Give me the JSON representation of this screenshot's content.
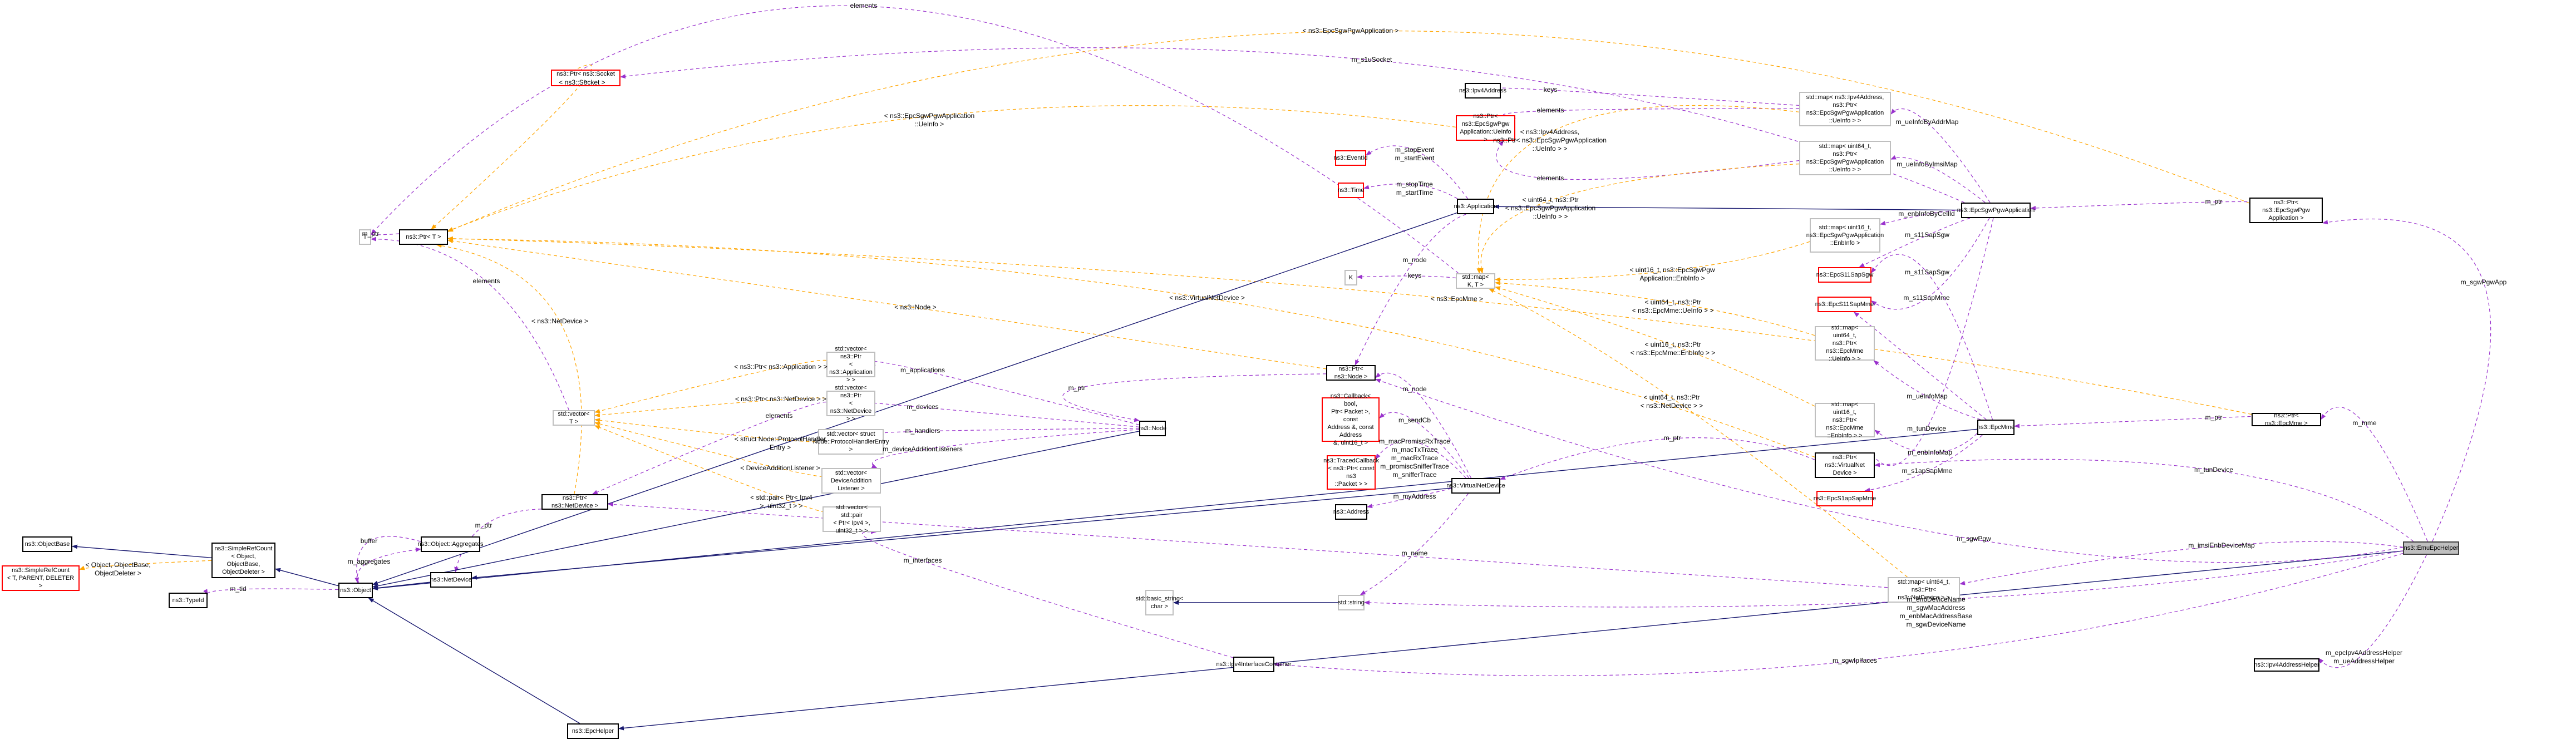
{
  "diagram": {
    "title": "ns3::EmuEpcHelper collaboration graph",
    "colors": {
      "inheritance": "#191970",
      "usage": "#9a32cd",
      "template": "#ffa500",
      "focus_fill": "#bfbfbf",
      "missing_border": "#ff0000",
      "external_border": "#bfbfbf"
    },
    "nodes": [
      {
        "id": "ObjectBase",
        "label": "ns3::ObjectBase",
        "kind": "class"
      },
      {
        "id": "SRC_T",
        "label": "ns3::SimpleRefCount\n< T, PARENT, DELETER >",
        "kind": "miss"
      },
      {
        "id": "SRC_Obj",
        "label": "ns3::SimpleRefCount\n< Object, ObjectBase,\nObjectDeleter >",
        "kind": "class"
      },
      {
        "id": "TypeId",
        "label": "ns3::TypeId",
        "kind": "class"
      },
      {
        "id": "Object",
        "label": "ns3::Object",
        "kind": "class"
      },
      {
        "id": "T",
        "label": "T",
        "kind": "ext"
      },
      {
        "id": "PtrT",
        "label": "ns3::Ptr< T >",
        "kind": "class"
      },
      {
        "id": "PtrSocket",
        "label": "ns3::Ptr< ns3::Socket >",
        "kind": "miss"
      },
      {
        "id": "VecT",
        "label": "std::vector< T >",
        "kind": "ext"
      },
      {
        "id": "PtrNetDevice",
        "label": "ns3::Ptr< ns3::NetDevice >",
        "kind": "class"
      },
      {
        "id": "Aggregates",
        "label": "ns3::Object::Aggregates",
        "kind": "class"
      },
      {
        "id": "NetDevice",
        "label": "ns3::NetDevice",
        "kind": "class"
      },
      {
        "id": "VecApp",
        "label": "std::vector< ns3::Ptr\n< ns3::Application > >",
        "kind": "ext"
      },
      {
        "id": "VecDev",
        "label": "std::vector< ns3::Ptr\n< ns3::NetDevice > >",
        "kind": "ext"
      },
      {
        "id": "VecPHE",
        "label": "std::vector< struct\nNode::ProtocolHandlerEntry >",
        "kind": "ext"
      },
      {
        "id": "VecDAL",
        "label": "std::vector< DeviceAddition\nListener >",
        "kind": "ext"
      },
      {
        "id": "VecPair",
        "label": "std::vector< std::pair\n< Ptr< Ipv4 >, uint32_t > >",
        "kind": "ext"
      },
      {
        "id": "Node",
        "label": "ns3::Node",
        "kind": "class"
      },
      {
        "id": "PtrNode",
        "label": "ns3::Ptr< ns3::Node >",
        "kind": "class"
      },
      {
        "id": "Callback",
        "label": "ns3::Callback< bool,\nPtr< Packet >, const\nAddress &, const Address\n&, uint16_t >",
        "kind": "miss"
      },
      {
        "id": "TracedCb",
        "label": "ns3::TracedCallback\n< ns3::Ptr< const ns3\n::Packet > >",
        "kind": "miss"
      },
      {
        "id": "Address",
        "label": "ns3::Address",
        "kind": "class"
      },
      {
        "id": "VirtualNetDevice",
        "label": "ns3::VirtualNetDevice",
        "kind": "class"
      },
      {
        "id": "StdString",
        "label": "std::string",
        "kind": "ext"
      },
      {
        "id": "BasicString",
        "label": "std::basic_string<\nchar >",
        "kind": "ext"
      },
      {
        "id": "Ipv4IfCont",
        "label": "ns3::Ipv4InterfaceContainer",
        "kind": "class"
      },
      {
        "id": "EpcHelper",
        "label": "ns3::EpcHelper",
        "kind": "class"
      },
      {
        "id": "EventId",
        "label": "ns3::EventId",
        "kind": "miss"
      },
      {
        "id": "Time",
        "label": "ns3::Time",
        "kind": "miss"
      },
      {
        "id": "Application",
        "label": "ns3::Application",
        "kind": "class"
      },
      {
        "id": "K",
        "label": "K",
        "kind": "ext"
      },
      {
        "id": "MapKT",
        "label": "std::map< K, T >",
        "kind": "ext"
      },
      {
        "id": "Ipv4Address",
        "label": "ns3::Ipv4Address",
        "kind": "class"
      },
      {
        "id": "PtrUeInfo",
        "label": "ns3::Ptr< ns3::EpcSgwPgw\nApplication::UeInfo >",
        "kind": "miss"
      },
      {
        "id": "MapAddrUe",
        "label": "std::map< ns3::Ipv4Address,\nns3::Ptr< ns3::EpcSgwPgwApplication\n::UeInfo > >",
        "kind": "ext"
      },
      {
        "id": "MapImsiUe",
        "label": "std::map< uint64_t,\nns3::Ptr< ns3::EpcSgwPgwApplication\n::UeInfo > >",
        "kind": "ext"
      },
      {
        "id": "MapCellEnb",
        "label": "std::map< uint16_t,\nns3::EpcSgwPgwApplication\n::EnbInfo >",
        "kind": "ext"
      },
      {
        "id": "S11SapSgw",
        "label": "ns3::EpcS11SapSgw",
        "kind": "miss"
      },
      {
        "id": "S11SapMme",
        "label": "ns3::EpcS11SapMme",
        "kind": "miss"
      },
      {
        "id": "MapMmeUe",
        "label": "std::map< uint64_t,\nns3::Ptr< ns3::EpcMme\n::UeInfo > >",
        "kind": "ext"
      },
      {
        "id": "MapMmeEnb",
        "label": "std::map< uint16_t,\nns3::Ptr< ns3::EpcMme\n::EnbInfo > >",
        "kind": "ext"
      },
      {
        "id": "PtrVND",
        "label": "ns3::Ptr< ns3::VirtualNet\nDevice >",
        "kind": "class"
      },
      {
        "id": "S1apSapMme",
        "label": "ns3::EpcS1apSapMme",
        "kind": "miss"
      },
      {
        "id": "MapImsiDev",
        "label": "std::map< uint64_t,\nns3::Ptr< ns3::NetDevice > >",
        "kind": "ext"
      },
      {
        "id": "SgwPgwApp",
        "label": "ns3::EpcSgwPgwApplication",
        "kind": "class"
      },
      {
        "id": "EpcMme",
        "label": "ns3::EpcMme",
        "kind": "class"
      },
      {
        "id": "PtrSgwPgwApp",
        "label": "ns3::Ptr< ns3::EpcSgwPgw\nApplication >",
        "kind": "class"
      },
      {
        "id": "PtrEpcMme",
        "label": "ns3::Ptr< ns3::EpcMme >",
        "kind": "class"
      },
      {
        "id": "EmuEpcHelper",
        "label": "ns3::EmuEpcHelper",
        "kind": "focus"
      },
      {
        "id": "Ipv4AddrHelper",
        "label": "ns3::Ipv4AddressHelper",
        "kind": "class"
      }
    ],
    "edges": [
      {
        "from": "SRC_Obj",
        "to": "ObjectBase",
        "type": "inheritance",
        "label": ""
      },
      {
        "from": "SRC_Obj",
        "to": "SRC_T",
        "type": "template",
        "label": "< Object, ObjectBase,\nObjectDeleter >"
      },
      {
        "from": "Object",
        "to": "SRC_Obj",
        "type": "inheritance",
        "label": ""
      },
      {
        "from": "Object",
        "to": "TypeId",
        "type": "usage",
        "label": "m_tid"
      },
      {
        "from": "Aggregates",
        "to": "Object",
        "type": "usage",
        "label": "buffer"
      },
      {
        "from": "Object",
        "to": "Aggregates",
        "type": "usage",
        "label": "m_aggregates"
      },
      {
        "from": "NetDevice",
        "to": "Object",
        "type": "inheritance",
        "label": ""
      },
      {
        "from": "PtrNetDevice",
        "to": "NetDevice",
        "type": "usage",
        "label": "m_ptr"
      },
      {
        "from": "PtrNetDevice",
        "to": "PtrT",
        "type": "template",
        "label": "< ns3::NetDevice >"
      },
      {
        "from": "PtrT",
        "to": "T",
        "type": "usage",
        "label": "m_ptr"
      },
      {
        "from": "VecT",
        "to": "T",
        "type": "usage",
        "label": "elements"
      },
      {
        "from": "MapKT",
        "to": "T",
        "type": "usage",
        "label": "elements"
      },
      {
        "from": "PtrSocket",
        "to": "PtrT",
        "type": "template",
        "label": "< ns3::Socket >"
      },
      {
        "from": "PtrSgwPgwApp",
        "to": "PtrT",
        "type": "template",
        "label": "< ns3::EpcSgwPgwApplication >"
      },
      {
        "from": "PtrUeInfo",
        "to": "PtrT",
        "type": "template",
        "label": "< ns3::EpcSgwPgwApplication\n::UeInfo >"
      },
      {
        "from": "PtrNode",
        "to": "PtrT",
        "type": "template",
        "label": "< ns3::Node >"
      },
      {
        "from": "PtrVND",
        "to": "PtrT",
        "type": "template",
        "label": "< ns3::VirtualNetDevice >"
      },
      {
        "from": "PtrEpcMme",
        "to": "PtrT",
        "type": "template",
        "label": "< ns3::EpcMme >"
      },
      {
        "from": "VecApp",
        "to": "VecT",
        "type": "template",
        "label": "< ns3::Ptr< ns3::Application > >"
      },
      {
        "from": "VecDev",
        "to": "VecT",
        "type": "template",
        "label": "< ns3::Ptr< ns3::NetDevice > >"
      },
      {
        "from": "VecDev",
        "to": "PtrNetDevice",
        "type": "usage",
        "label": "elements"
      },
      {
        "from": "VecPHE",
        "to": "VecT",
        "type": "template",
        "label": "< struct Node::ProtocolHandler\nEntry >"
      },
      {
        "from": "VecDAL",
        "to": "VecT",
        "type": "template",
        "label": "< DeviceAdditionListener >"
      },
      {
        "from": "VecPair",
        "to": "VecT",
        "type": "template",
        "label": "< std::pair< Ptr< Ipv4\n>, uint32_t > >"
      },
      {
        "from": "Node",
        "to": "VecApp",
        "type": "usage",
        "label": "m_applications"
      },
      {
        "from": "Node",
        "to": "VecDev",
        "type": "usage",
        "label": "m_devices"
      },
      {
        "from": "Node",
        "to": "VecPHE",
        "type": "usage",
        "label": "m_handlers"
      },
      {
        "from": "Node",
        "to": "VecDAL",
        "type": "usage",
        "label": "m_deviceAdditionListeners"
      },
      {
        "from": "Node",
        "to": "Object",
        "type": "inheritance",
        "label": ""
      },
      {
        "from": "PtrNode",
        "to": "Node",
        "type": "usage",
        "label": "m_ptr"
      },
      {
        "from": "Application",
        "to": "Object",
        "type": "inheritance",
        "label": ""
      },
      {
        "from": "Application",
        "to": "EventId",
        "type": "usage",
        "label": "m_stopEvent\nm_startEvent"
      },
      {
        "from": "Application",
        "to": "Time",
        "type": "usage",
        "label": "m_stopTime\nm_startTime"
      },
      {
        "from": "Application",
        "to": "PtrNode",
        "type": "usage",
        "label": "m_node"
      },
      {
        "from": "MapKT",
        "to": "K",
        "type": "usage",
        "label": "keys"
      },
      {
        "from": "VirtualNetDevice",
        "to": "NetDevice",
        "type": "inheritance",
        "label": ""
      },
      {
        "from": "VirtualNetDevice",
        "to": "PtrNode",
        "type": "usage",
        "label": "m_node"
      },
      {
        "from": "VirtualNetDevice",
        "to": "Callback",
        "type": "usage",
        "label": "m_sendCb"
      },
      {
        "from": "VirtualNetDevice",
        "to": "TracedCb",
        "type": "usage",
        "label": "m_macPromiscRxTrace\nm_macTxTrace\nm_macRxTrace\nm_promiscSnifferTrace\nm_snifferTrace"
      },
      {
        "from": "VirtualNetDevice",
        "to": "Address",
        "type": "usage",
        "label": "m_myAddress"
      },
      {
        "from": "VirtualNetDevice",
        "to": "StdString",
        "type": "usage",
        "label": "m_name"
      },
      {
        "from": "StdString",
        "to": "BasicString",
        "type": "inheritance",
        "label": ""
      },
      {
        "from": "Ipv4IfCont",
        "to": "VecPair",
        "type": "usage",
        "label": "m_interfaces"
      },
      {
        "from": "EpcHelper",
        "to": "Object",
        "type": "inheritance",
        "label": ""
      },
      {
        "from": "MapAddrUe",
        "to": "Ipv4Address",
        "type": "usage",
        "label": "keys"
      },
      {
        "from": "MapAddrUe",
        "to": "PtrUeInfo",
        "type": "usage",
        "label": "elements"
      },
      {
        "from": "MapImsiUe",
        "to": "PtrUeInfo",
        "type": "usage",
        "label": "elements"
      },
      {
        "from": "MapAddrUe",
        "to": "MapKT",
        "type": "template",
        "label": "< ns3::Ipv4Address,\nns3::Ptr< ns3::EpcSgwPgwApplication\n::UeInfo > >"
      },
      {
        "from": "MapImsiUe",
        "to": "MapKT",
        "type": "template",
        "label": "< uint64_t, ns3::Ptr\n< ns3::EpcSgwPgwApplication\n::UeInfo > >"
      },
      {
        "from": "MapCellEnb",
        "to": "MapKT",
        "type": "template",
        "label": "< uint16_t, ns3::EpcSgwPgw\nApplication::EnbInfo >"
      },
      {
        "from": "MapMmeUe",
        "to": "MapKT",
        "type": "template",
        "label": "< uint64_t, ns3::Ptr\n< ns3::EpcMme::UeInfo > >"
      },
      {
        "from": "MapMmeEnb",
        "to": "MapKT",
        "type": "template",
        "label": "< uint16_t, ns3::Ptr\n< ns3::EpcMme::EnbInfo > >"
      },
      {
        "from": "MapImsiDev",
        "to": "MapKT",
        "type": "template",
        "label": "< uint64_t, ns3::Ptr\n< ns3::NetDevice > >"
      },
      {
        "from": "MapImsiDev",
        "to": "PtrNetDevice",
        "type": "usage",
        "label": ""
      },
      {
        "from": "PtrVND",
        "to": "VirtualNetDevice",
        "type": "usage",
        "label": "m_ptr"
      },
      {
        "from": "SgwPgwApp",
        "to": "Application",
        "type": "inheritance",
        "label": ""
      },
      {
        "from": "SgwPgwApp",
        "to": "PtrSocket",
        "type": "usage",
        "label": "m_s1uSocket"
      },
      {
        "from": "SgwPgwApp",
        "to": "MapAddrUe",
        "type": "usage",
        "label": "m_ueInfoByAddrMap"
      },
      {
        "from": "SgwPgwApp",
        "to": "MapImsiUe",
        "type": "usage",
        "label": "m_ueInfoByImsiMap"
      },
      {
        "from": "SgwPgwApp",
        "to": "MapCellEnb",
        "type": "usage",
        "label": "m_enbInfoByCellId"
      },
      {
        "from": "SgwPgwApp",
        "to": "S11SapSgw",
        "type": "usage",
        "label": "m_s11SapSgw"
      },
      {
        "from": "SgwPgwApp",
        "to": "S11SapMme",
        "type": "usage",
        "label": "m_s11SapMme"
      },
      {
        "from": "SgwPgwApp",
        "to": "PtrVND",
        "type": "usage",
        "label": "m_tunDevice"
      },
      {
        "from": "EpcMme",
        "to": "Object",
        "type": "inheritance",
        "label": ""
      },
      {
        "from": "EpcMme",
        "to": "S11SapSgw",
        "type": "usage",
        "label": "m_s11SapSgw"
      },
      {
        "from": "EpcMme",
        "to": "S11SapMme",
        "type": "usage",
        "label": "m_s11SapMme"
      },
      {
        "from": "EpcMme",
        "to": "MapMmeUe",
        "type": "usage",
        "label": "m_ueInfoMap"
      },
      {
        "from": "EpcMme",
        "to": "MapMmeEnb",
        "type": "usage",
        "label": "m_enbInfoMap"
      },
      {
        "from": "EpcMme",
        "to": "S1apSapMme",
        "type": "usage",
        "label": "m_s1apSapMme"
      },
      {
        "from": "PtrSgwPgwApp",
        "to": "SgwPgwApp",
        "type": "usage",
        "label": "m_ptr"
      },
      {
        "from": "PtrEpcMme",
        "to": "EpcMme",
        "type": "usage",
        "label": "m_ptr"
      },
      {
        "from": "EmuEpcHelper",
        "to": "EpcHelper",
        "type": "inheritance",
        "label": ""
      },
      {
        "from": "EmuEpcHelper",
        "to": "PtrSgwPgwApp",
        "type": "usage",
        "label": "m_sgwPgwApp"
      },
      {
        "from": "EmuEpcHelper",
        "to": "PtrEpcMme",
        "type": "usage",
        "label": "m_mme"
      },
      {
        "from": "EmuEpcHelper",
        "to": "PtrVND",
        "type": "usage",
        "label": "m_tunDevice"
      },
      {
        "from": "EmuEpcHelper",
        "to": "PtrNode",
        "type": "usage",
        "label": "m_sgwPgw"
      },
      {
        "from": "EmuEpcHelper",
        "to": "MapImsiDev",
        "type": "usage",
        "label": "m_imsiEnbDeviceMap"
      },
      {
        "from": "EmuEpcHelper",
        "to": "StdString",
        "type": "usage",
        "label": "m_enbDeviceName\nm_sgwMacAddress\nm_enbMacAddressBase\nm_sgwDeviceName"
      },
      {
        "from": "EmuEpcHelper",
        "to": "Ipv4IfCont",
        "type": "usage",
        "label": "m_sgwIpIfaces"
      },
      {
        "from": "EmuEpcHelper",
        "to": "Ipv4AddrHelper",
        "type": "usage",
        "label": "m_epcIpv4AddressHelper\nm_ueAddressHelper"
      }
    ]
  }
}
